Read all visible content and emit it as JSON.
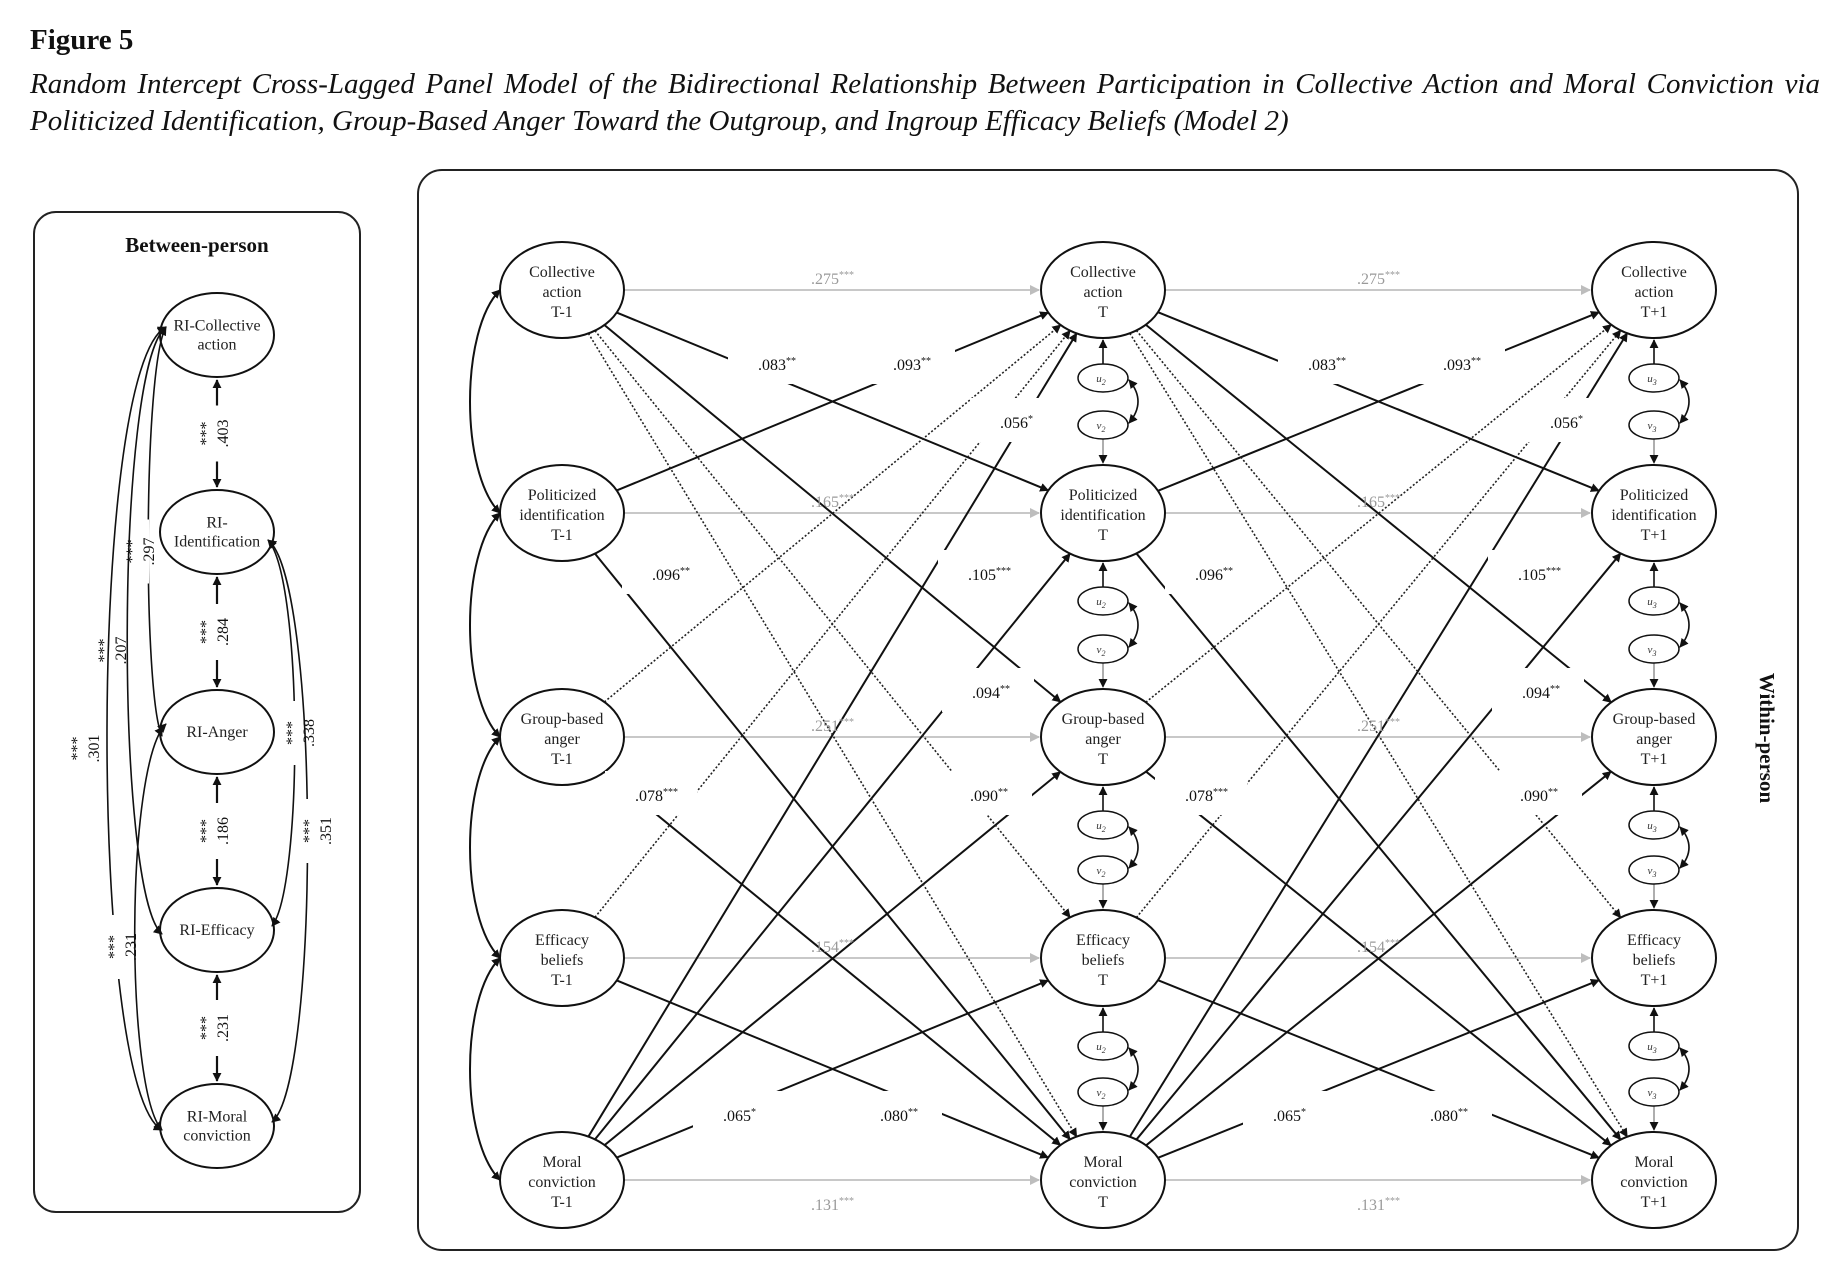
{
  "figure": {
    "label": "Figure 5",
    "caption": "Random Intercept Cross-Lagged Panel Model of the Bidirectional Relationship Between Participation in Collective Action and Moral Conviction via Politicized Identification, Group-Based Anger Toward the Outgroup, and Ingroup Efficacy Beliefs (Model 2)"
  },
  "between_person": {
    "title": "Between-person",
    "nodes": [
      {
        "id": "rica",
        "lines": [
          "RI-Collective",
          "action"
        ]
      },
      {
        "id": "riid",
        "lines": [
          "RI-",
          "Identification"
        ]
      },
      {
        "id": "rian",
        "lines": [
          "RI-Anger"
        ]
      },
      {
        "id": "rief",
        "lines": [
          "RI-Efficacy"
        ]
      },
      {
        "id": "rimc",
        "lines": [
          "RI-Moral",
          "conviction"
        ]
      }
    ],
    "covariances": [
      {
        "from": "rica",
        "to": "riid",
        "value": ".403",
        "sig": "***",
        "side": "center"
      },
      {
        "from": "riid",
        "to": "rian",
        "value": ".284",
        "sig": "***",
        "side": "center"
      },
      {
        "from": "rian",
        "to": "rief",
        "value": ".186",
        "sig": "***",
        "side": "center"
      },
      {
        "from": "rief",
        "to": "rimc",
        "value": ".231",
        "sig": "***",
        "side": "center"
      },
      {
        "from": "rica",
        "to": "rian",
        "value": ".297",
        "sig": "***",
        "side": "left"
      },
      {
        "from": "rica",
        "to": "rief",
        "value": ".207",
        "sig": "***",
        "side": "left"
      },
      {
        "from": "rica",
        "to": "rimc",
        "value": ".301",
        "sig": "***",
        "side": "left"
      },
      {
        "from": "rian",
        "to": "rimc",
        "value": ".231",
        "sig": "***",
        "side": "left"
      },
      {
        "from": "riid",
        "to": "rief",
        "value": ".338",
        "sig": "***",
        "side": "right"
      },
      {
        "from": "riid",
        "to": "rimc",
        "value": ".351",
        "sig": "***",
        "side": "right"
      }
    ]
  },
  "within_person": {
    "title": "Within-person",
    "variables": [
      {
        "id": "ca",
        "lines": [
          "Collective",
          "action"
        ]
      },
      {
        "id": "pi",
        "lines": [
          "Politicized",
          "identification"
        ]
      },
      {
        "id": "ga",
        "lines": [
          "Group-based",
          "anger"
        ]
      },
      {
        "id": "eb",
        "lines": [
          "Efficacy",
          "beliefs"
        ]
      },
      {
        "id": "mc",
        "lines": [
          "Moral",
          "conviction"
        ]
      }
    ],
    "waves": [
      {
        "label": "T-1",
        "residual_sub": ""
      },
      {
        "label": "T",
        "residual_sub": "2"
      },
      {
        "label": "T+1",
        "residual_sub": "3"
      }
    ],
    "residual_labels": {
      "u": "u",
      "v": "v"
    },
    "autoregressive": [
      {
        "var": "ca",
        "value": ".275",
        "sig": "***"
      },
      {
        "var": "pi",
        "value": ".165",
        "sig": "***"
      },
      {
        "var": "ga",
        "value": ".251",
        "sig": "***"
      },
      {
        "var": "eb",
        "value": ".154",
        "sig": "***"
      },
      {
        "var": "mc",
        "value": ".131",
        "sig": "***"
      }
    ],
    "cross_lagged_significant": [
      {
        "from": "ca",
        "to": "pi",
        "value": ".083",
        "sig": "**"
      },
      {
        "from": "pi",
        "to": "ca",
        "value": ".093",
        "sig": "**"
      },
      {
        "from": "mc",
        "to": "ca",
        "value": ".056",
        "sig": "*"
      },
      {
        "from": "pi",
        "to": "mc",
        "value": ".096",
        "sig": "**"
      },
      {
        "from": "mc",
        "to": "pi",
        "value": ".105",
        "sig": "***"
      },
      {
        "from": "ca",
        "to": "ga",
        "value": ".094",
        "sig": "**"
      },
      {
        "from": "ga",
        "to": "mc",
        "value": ".078",
        "sig": "***"
      },
      {
        "from": "mc",
        "to": "ga",
        "value": ".090",
        "sig": "**"
      },
      {
        "from": "mc",
        "to": "eb",
        "value": ".065",
        "sig": "*"
      },
      {
        "from": "eb",
        "to": "mc",
        "value": ".080",
        "sig": "**"
      }
    ],
    "cross_lagged_nonsignificant": [
      {
        "from": "ca",
        "to": "eb"
      },
      {
        "from": "ca",
        "to": "mc"
      },
      {
        "from": "ga",
        "to": "ca"
      },
      {
        "from": "eb",
        "to": "ca"
      }
    ]
  }
}
